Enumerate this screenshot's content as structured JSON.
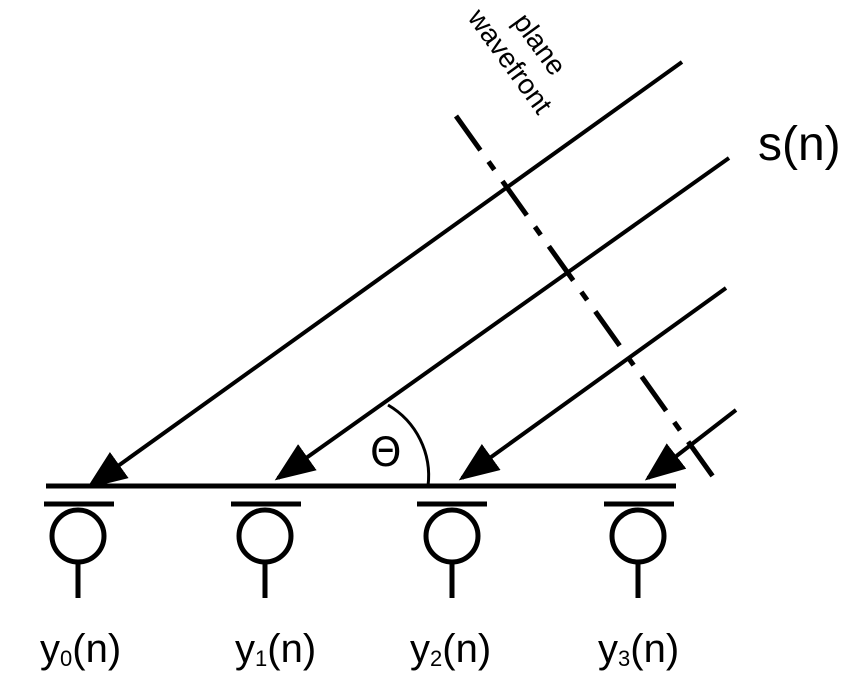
{
  "signal_label": "s(n)",
  "angle_label": "Θ",
  "wavefront_label": [
    "plane",
    "wavefront"
  ],
  "sensors": [
    {
      "base": "y",
      "index": "0",
      "arg": "(n)"
    },
    {
      "base": "y",
      "index": "1",
      "arg": "(n)"
    },
    {
      "base": "y",
      "index": "2",
      "arg": "(n)"
    },
    {
      "base": "y",
      "index": "3",
      "arg": "(n)"
    }
  ],
  "colors": {
    "ink": "#000000",
    "background": "#ffffff"
  }
}
